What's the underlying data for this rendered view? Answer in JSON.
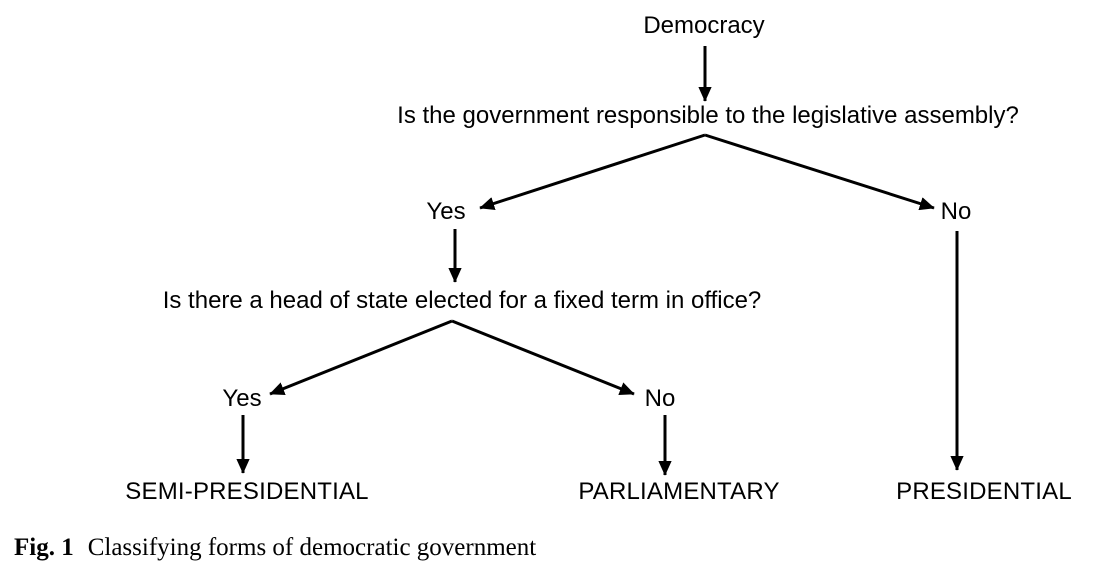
{
  "figure": {
    "root_label": "Democracy",
    "question1": "Is the government responsible to the legislative assembly?",
    "question2": "Is there a head of state elected for a fixed term in office?",
    "branch_labels": {
      "q1_yes": "Yes",
      "q1_no": "No",
      "q2_yes": "Yes",
      "q2_no": "No"
    },
    "outcomes": {
      "semi_presidential": "SEMI-PRESIDENTIAL",
      "parliamentary": "PARLIAMENTARY",
      "presidential": "PRESIDENTIAL"
    }
  },
  "caption": {
    "label": "Fig. 1",
    "text": "Classifying forms of democratic government"
  },
  "colors": {
    "background": "#ffffff",
    "ink": "#000000"
  }
}
